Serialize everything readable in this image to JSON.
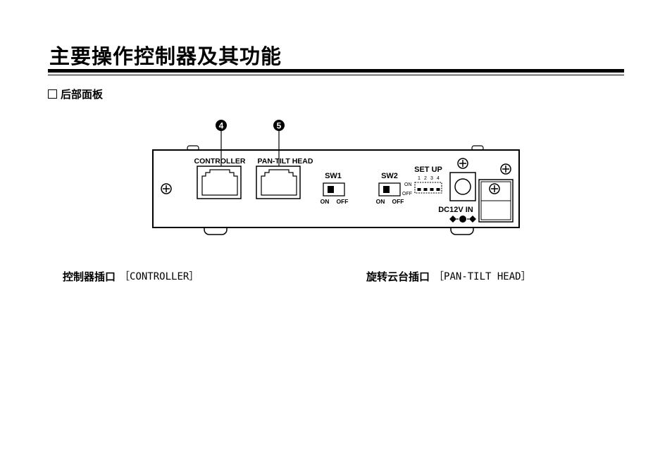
{
  "header": {
    "title": "主要操作控制器及其功能"
  },
  "section": {
    "title": "后部面板"
  },
  "panel": {
    "callout_4": "4",
    "callout_5": "5",
    "controller_label": "CONTROLLER",
    "pantilt_label": "PAN-TILT HEAD",
    "sw1_label": "SW1",
    "sw2_label": "SW2",
    "sw1_on": "ON",
    "sw1_off": "OFF",
    "sw2_on": "ON",
    "sw2_off": "OFF",
    "setup_label": "SET UP",
    "setup_on": "ON",
    "setup_off": "OFF",
    "setup_numbers": [
      "1",
      "2",
      "3",
      "4"
    ],
    "dc_label": "DC12V IN"
  },
  "captions": {
    "controller_text": "控制器插口",
    "controller_en": "［CONTROLLER］",
    "pantilt_text": "旋转云台插口",
    "pantilt_en": "［PAN-TILT HEAD］"
  }
}
